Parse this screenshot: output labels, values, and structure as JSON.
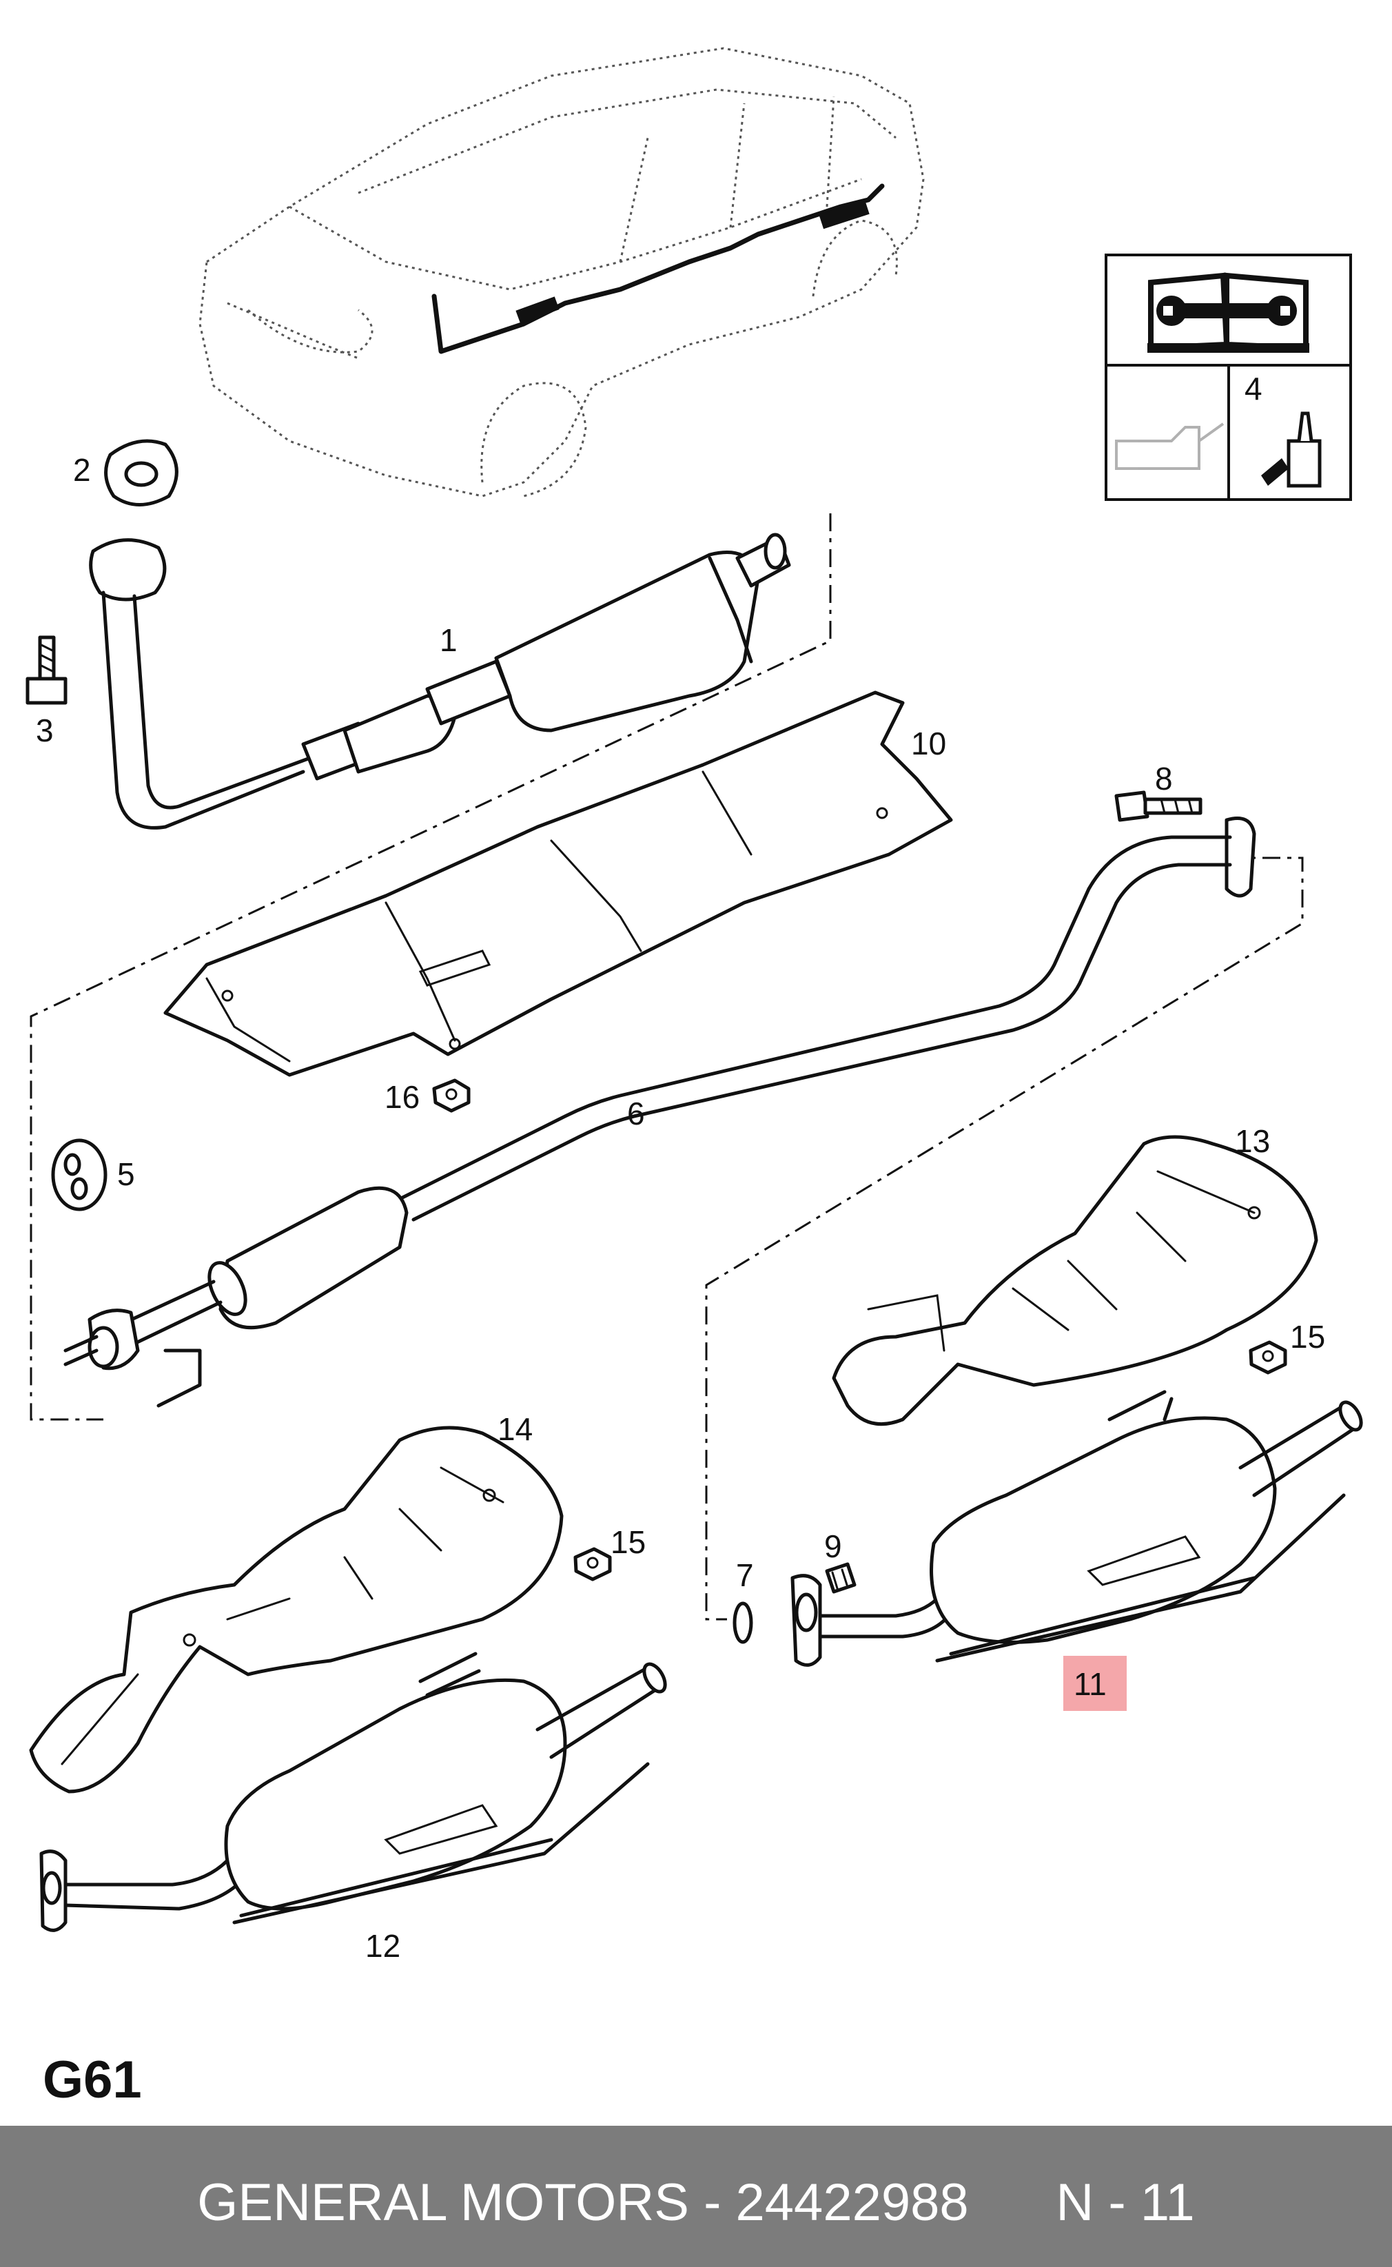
{
  "diagram": {
    "section_code": "G61",
    "callouts": [
      {
        "id": "1",
        "label": "1"
      },
      {
        "id": "2",
        "label": "2"
      },
      {
        "id": "3",
        "label": "3"
      },
      {
        "id": "4",
        "label": "4"
      },
      {
        "id": "5",
        "label": "5"
      },
      {
        "id": "6",
        "label": "6"
      },
      {
        "id": "7",
        "label": "7"
      },
      {
        "id": "8",
        "label": "8"
      },
      {
        "id": "9",
        "label": "9"
      },
      {
        "id": "10",
        "label": "10"
      },
      {
        "id": "11",
        "label": "11",
        "highlighted": true,
        "highlight_color": "#f4a7aa"
      },
      {
        "id": "12",
        "label": "12"
      },
      {
        "id": "13",
        "label": "13"
      },
      {
        "id": "14",
        "label": "14"
      },
      {
        "id": "15a",
        "label": "15"
      },
      {
        "id": "15b",
        "label": "15"
      },
      {
        "id": "16",
        "label": "16"
      }
    ],
    "icons": [
      "manual-book-icon",
      "wrench-icon",
      "oil-can-icon",
      "sealant-bottle-icon"
    ]
  },
  "footer": {
    "text": "GENERAL MOTORS - 24422988      N - 11",
    "background": "#7c7c7c"
  }
}
